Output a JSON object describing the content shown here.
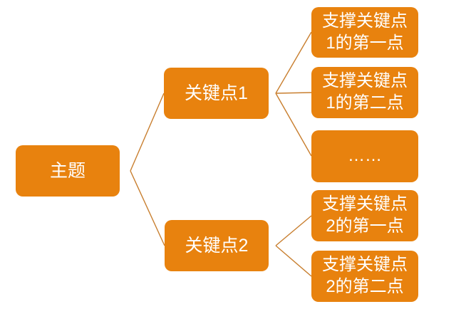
{
  "diagram": {
    "type": "hierarchy",
    "colors": {
      "node_fill": "#E8820E",
      "node_text": "#FFFFFF",
      "connector": "#C87E2E",
      "background": "#FFFFFF"
    },
    "topic": {
      "label": "主题"
    },
    "keypoints": [
      {
        "label": "关键点1"
      },
      {
        "label": "关键点2"
      }
    ],
    "subpoints": [
      {
        "label": "支撑关键点\n1的第一点",
        "parent": "关键点1"
      },
      {
        "label": "支撑关键点\n1的第二点",
        "parent": "关键点1"
      },
      {
        "label": "……",
        "parent": "关键点1"
      },
      {
        "label": "支撑关键点\n2的第一点",
        "parent": "关键点2"
      },
      {
        "label": "支撑关键点\n2的第二点",
        "parent": "关键点2"
      }
    ]
  }
}
